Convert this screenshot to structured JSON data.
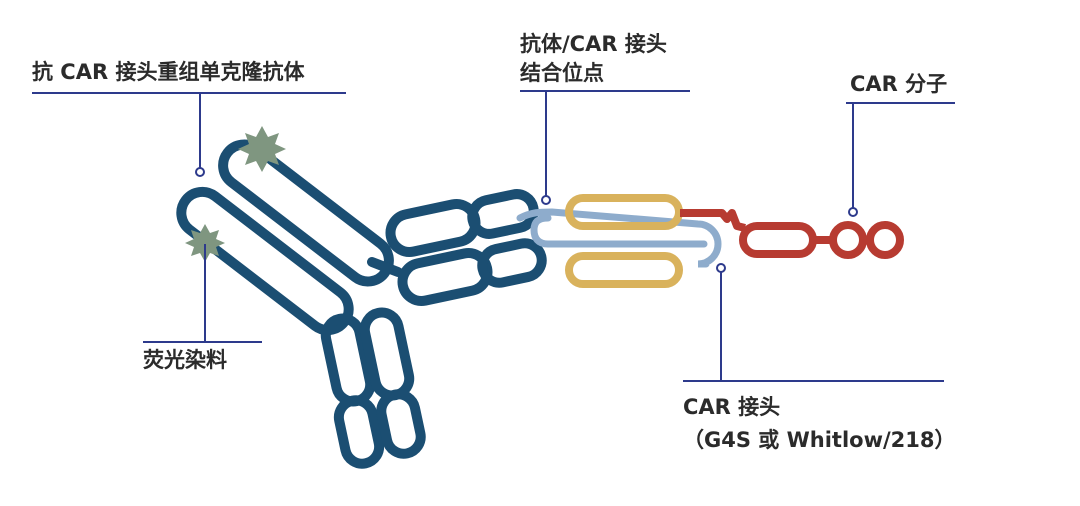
{
  "labels": {
    "antibody": "抗 CAR 接头重组单克隆抗体",
    "binding_site_line1": "抗体/CAR 接头",
    "binding_site_line2": "结合位点",
    "car_molecule": "CAR 分子",
    "fluorescent_dye": "荧光染料",
    "linker_line1": "CAR 接头",
    "linker_line2": "（G4S 或 Whitlow/218）"
  },
  "colors": {
    "antibody": "#1b4e72",
    "leader_line": "#2d3a8c",
    "dye": "#7f9680",
    "linker": "#8eaccc",
    "car_domain": "#d9b25c",
    "car_tail": "#b73b31",
    "text": "#2b2b2b"
  }
}
